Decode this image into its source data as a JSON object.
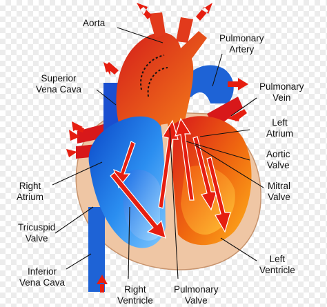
{
  "labels": {
    "aorta": "Aorta",
    "pulmonary_artery": [
      "Pulmonary",
      "Artery"
    ],
    "superior_vena_cava": [
      "Superior",
      "Vena Cava"
    ],
    "pulmonary_vein": [
      "Pulmonary",
      "Vein"
    ],
    "left_atrium": [
      "Left",
      "Atrium"
    ],
    "aortic_valve": [
      "Aortic",
      "Valve"
    ],
    "right_atrium": [
      "Right",
      "Atrium"
    ],
    "mitral_valve": [
      "Mitral",
      "Valve"
    ],
    "tricuspid_valve": [
      "Tricuspid",
      "Valve"
    ],
    "inferior_vena_cava": [
      "Inferior",
      "Vena Cava"
    ],
    "left_ventricle": [
      "Left",
      "Ventricle"
    ],
    "right_ventricle": [
      "Right",
      "Ventricle"
    ],
    "pulmonary_valve": [
      "Pulmonary",
      "Valve"
    ]
  },
  "colors": {
    "deoxygenated": "#1e63d6",
    "oxygenated": "#e8321c",
    "flow_arrow": "#e61e10",
    "tissue": "#efc6a4",
    "leader_line": "#111111"
  }
}
